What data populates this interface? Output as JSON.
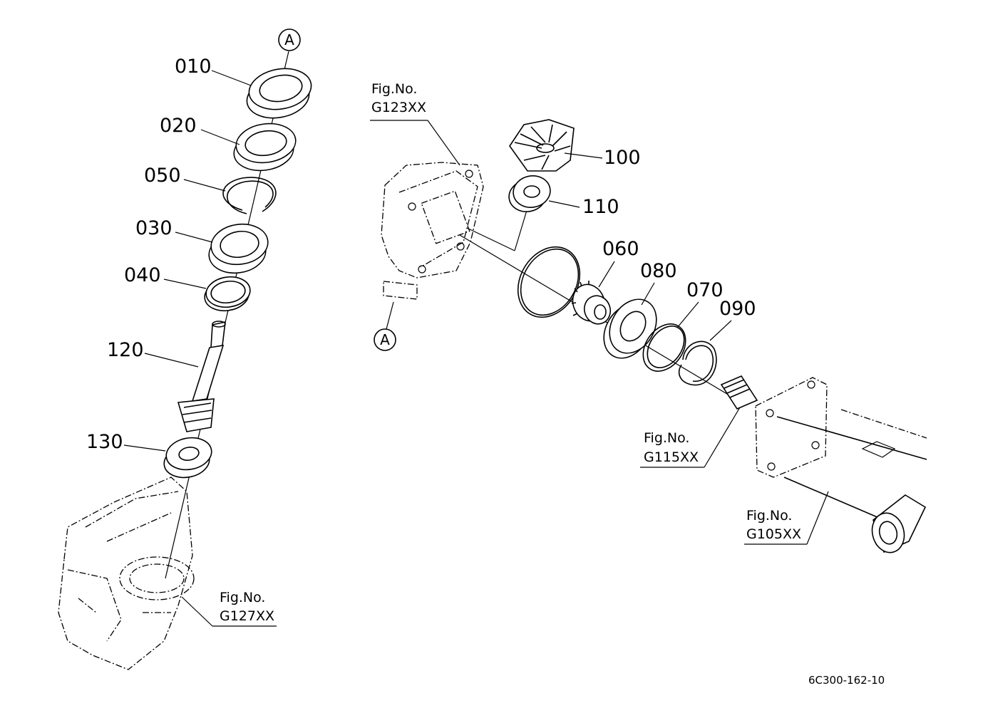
{
  "diagram": {
    "drawing_number": "6C300-162-10",
    "reference_marker": "A",
    "parts": [
      {
        "id": "p010",
        "number": "010"
      },
      {
        "id": "p020",
        "number": "020"
      },
      {
        "id": "p050",
        "number": "050"
      },
      {
        "id": "p030",
        "number": "030"
      },
      {
        "id": "p040",
        "number": "040"
      },
      {
        "id": "p120",
        "number": "120"
      },
      {
        "id": "p130",
        "number": "130"
      },
      {
        "id": "p100",
        "number": "100"
      },
      {
        "id": "p110",
        "number": "110"
      },
      {
        "id": "p060",
        "number": "060"
      },
      {
        "id": "p080",
        "number": "080"
      },
      {
        "id": "p070",
        "number": "070"
      },
      {
        "id": "p090",
        "number": "090"
      }
    ],
    "figure_refs": [
      {
        "title": "Fig.No.",
        "number": "G123XX"
      },
      {
        "title": "Fig.No.",
        "number": "G115XX"
      },
      {
        "title": "Fig.No.",
        "number": "G105XX"
      },
      {
        "title": "Fig.No.",
        "number": "G127XX"
      }
    ]
  }
}
